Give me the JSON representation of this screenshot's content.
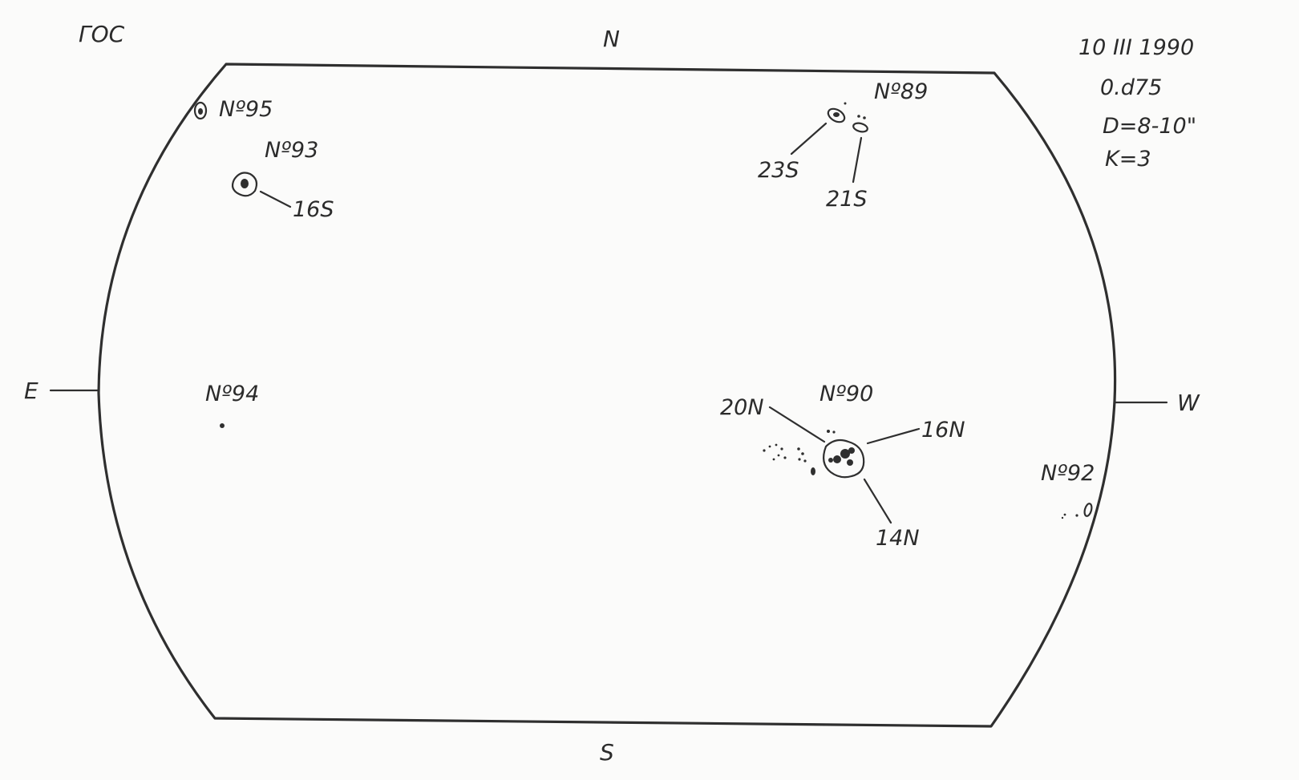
{
  "observatory": "ГОС",
  "observation": {
    "date": "10 III 1990",
    "time": "0.d75",
    "seeing": "D=8-10\"",
    "quality": "K=3"
  },
  "directions": {
    "north": "N",
    "south": "S",
    "east": "E",
    "west": "W"
  },
  "groups": [
    {
      "number": "Nº95"
    },
    {
      "number": "Nº93",
      "spots": [
        "16S"
      ]
    },
    {
      "number": "Nº89",
      "spots": [
        "23S",
        "21S"
      ]
    },
    {
      "number": "Nº94"
    },
    {
      "number": "Nº90",
      "spots": [
        "20N",
        "16N",
        "14N"
      ]
    },
    {
      "number": "Nº92"
    }
  ]
}
